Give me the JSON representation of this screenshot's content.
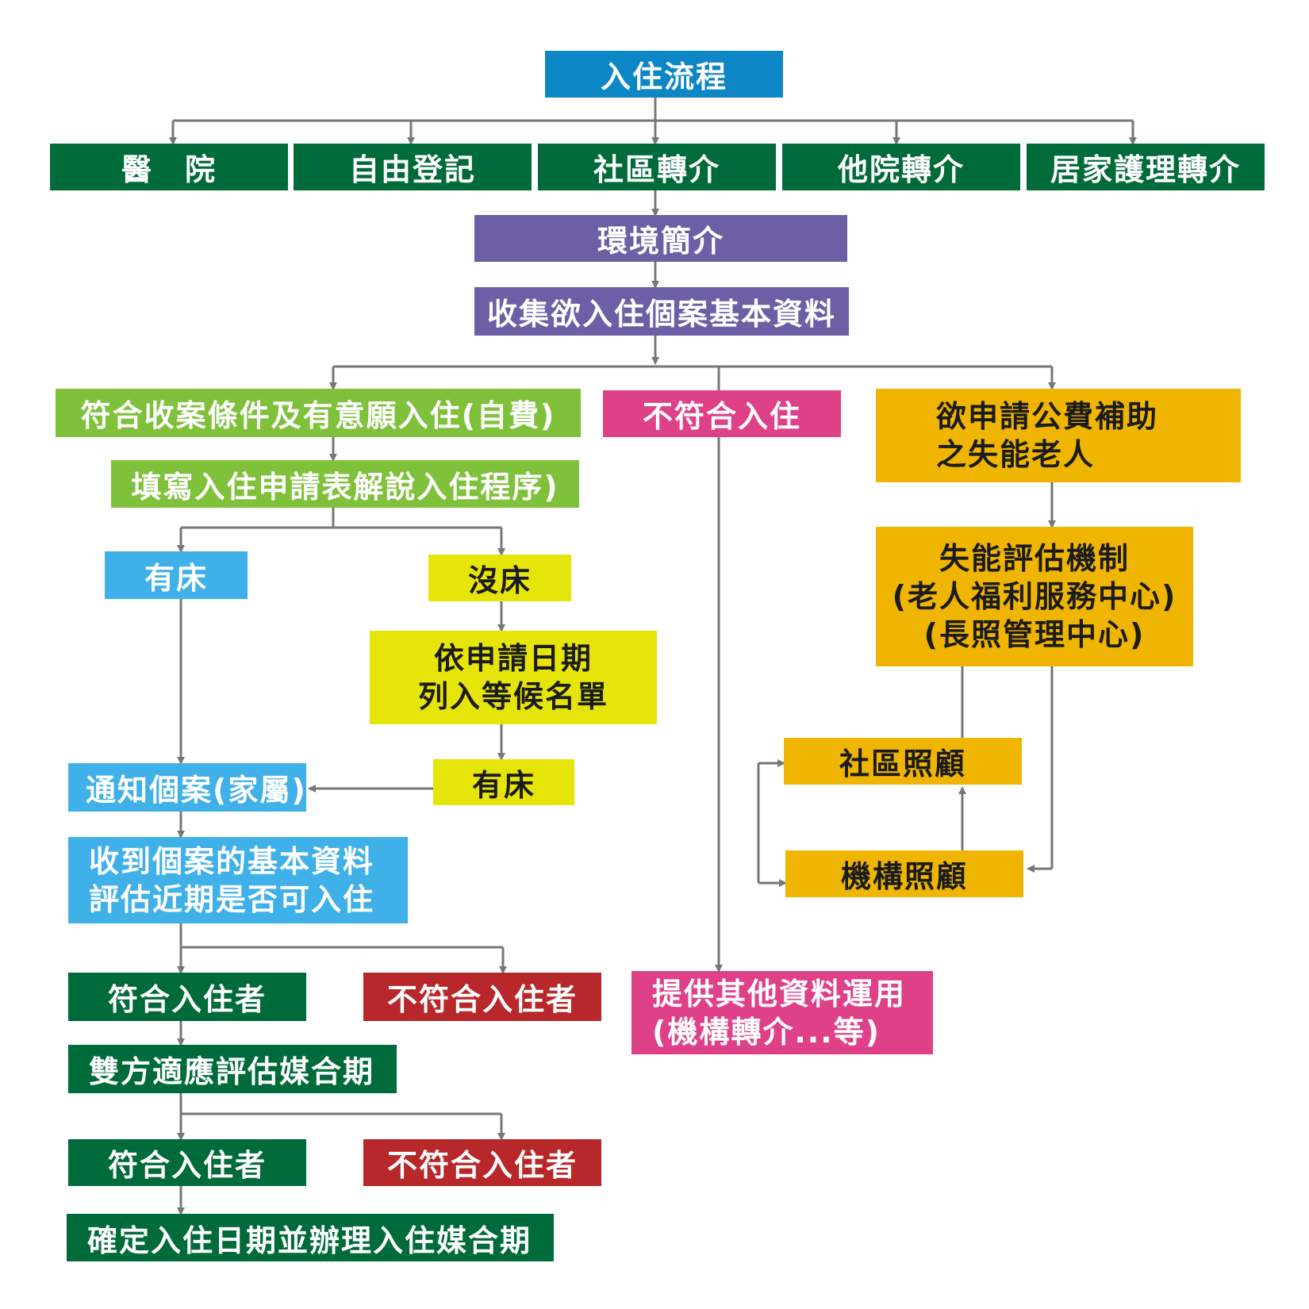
{
  "title": "入住流程",
  "sources": {
    "hospital": "醫　院",
    "self_register": "自由登記",
    "community_referral": "社區轉介",
    "other_hospital_referral": "他院轉介",
    "home_care_referral": "居家護理轉介"
  },
  "environment_intro": "環境簡介",
  "collect_basic_data": "收集欲入住個案基本資料",
  "eligible_self_pay": "符合收案條件及有意願入住(自費)",
  "fill_application": "填寫入住申請表解說入住程序)",
  "has_bed": "有床",
  "no_bed": "沒床",
  "waitlist": {
    "line1": "依申請日期",
    "line2": "列入等候名單"
  },
  "waitlist_has_bed": "有床",
  "notify_family": "通知個案(家屬)",
  "receive_data": {
    "line1": "收到個案的基本資料",
    "line2": "評估近期是否可入住"
  },
  "eligible_1": "符合入住者",
  "ineligible_1": "不符合入住者",
  "mutual_adaptation": "雙方適應評估媒合期",
  "eligible_2": "符合入住者",
  "ineligible_2": "不符合入住者",
  "confirm_date": "確定入住日期並辦理入住媒合期",
  "not_eligible": "不符合入住",
  "other_resources": {
    "line1": "提供其他資料運用",
    "line2": "(機構轉介...等)"
  },
  "public_subsidy": {
    "line1": "欲申請公費補助",
    "line2": "之失能老人"
  },
  "disability_assessment": {
    "line1": "失能評估機制",
    "line2": "(老人福利服務中心)",
    "line3": "(長照管理中心)"
  },
  "community_care": "社區照顧",
  "institution_care": "機構照顧",
  "colors": {
    "title": "#0d86c6",
    "source": "#006b3a",
    "intro": "#6c5fa5",
    "self_pay": "#7fc13b",
    "not_eligible": "#df4188",
    "subsidy": "#efb500",
    "has_bed": "#3fb0e8",
    "no_bed": "#e6e50a",
    "ineligible": "#b8272a",
    "connector": "#777777"
  }
}
